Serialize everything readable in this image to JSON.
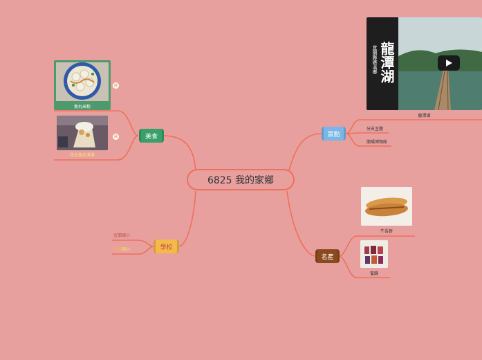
{
  "central": {
    "title": "6825 我的家鄉"
  },
  "branches": {
    "food": {
      "label": "美食",
      "color": "#3aa06a",
      "items": [
        {
          "label": "魚丸米粉",
          "label_color": "#ffffff"
        },
        {
          "label": "花生捲冰淇淋",
          "label_color": "#f7e26b"
        }
      ]
    },
    "school": {
      "label": "學校",
      "color": "#f5b94a",
      "items": [
        {
          "label": "宜蘭國小",
          "label_color": "#c0504d"
        },
        {
          "label_parts": [
            "光復",
            "國小"
          ],
          "label_colors": [
            "#f5b94a",
            "#f7e26b"
          ]
        }
      ]
    },
    "spots": {
      "label": "景點",
      "color": "#7ab7e6",
      "items": [
        {
          "label": "龍潭湖",
          "label_color": "#333333"
        },
        {
          "label": "分支主題",
          "label_color": "#333333"
        },
        {
          "label": "蘭陽博物館",
          "label_color": "#333333"
        }
      ],
      "video_title": "龍潭湖",
      "video_subtitle": "宜蘭縣礁溪鄉"
    },
    "products": {
      "label": "名產",
      "color": "#8b4a1e",
      "items": [
        {
          "label": "牛舌餅",
          "label_color": "#333333"
        },
        {
          "label": "蜜餞",
          "label_color": "#333333"
        }
      ]
    }
  },
  "icons": {
    "play": "play-icon",
    "link_badge": "link-icon"
  },
  "colors": {
    "background": "#e8a09f",
    "connector": "#ef6f5b"
  }
}
